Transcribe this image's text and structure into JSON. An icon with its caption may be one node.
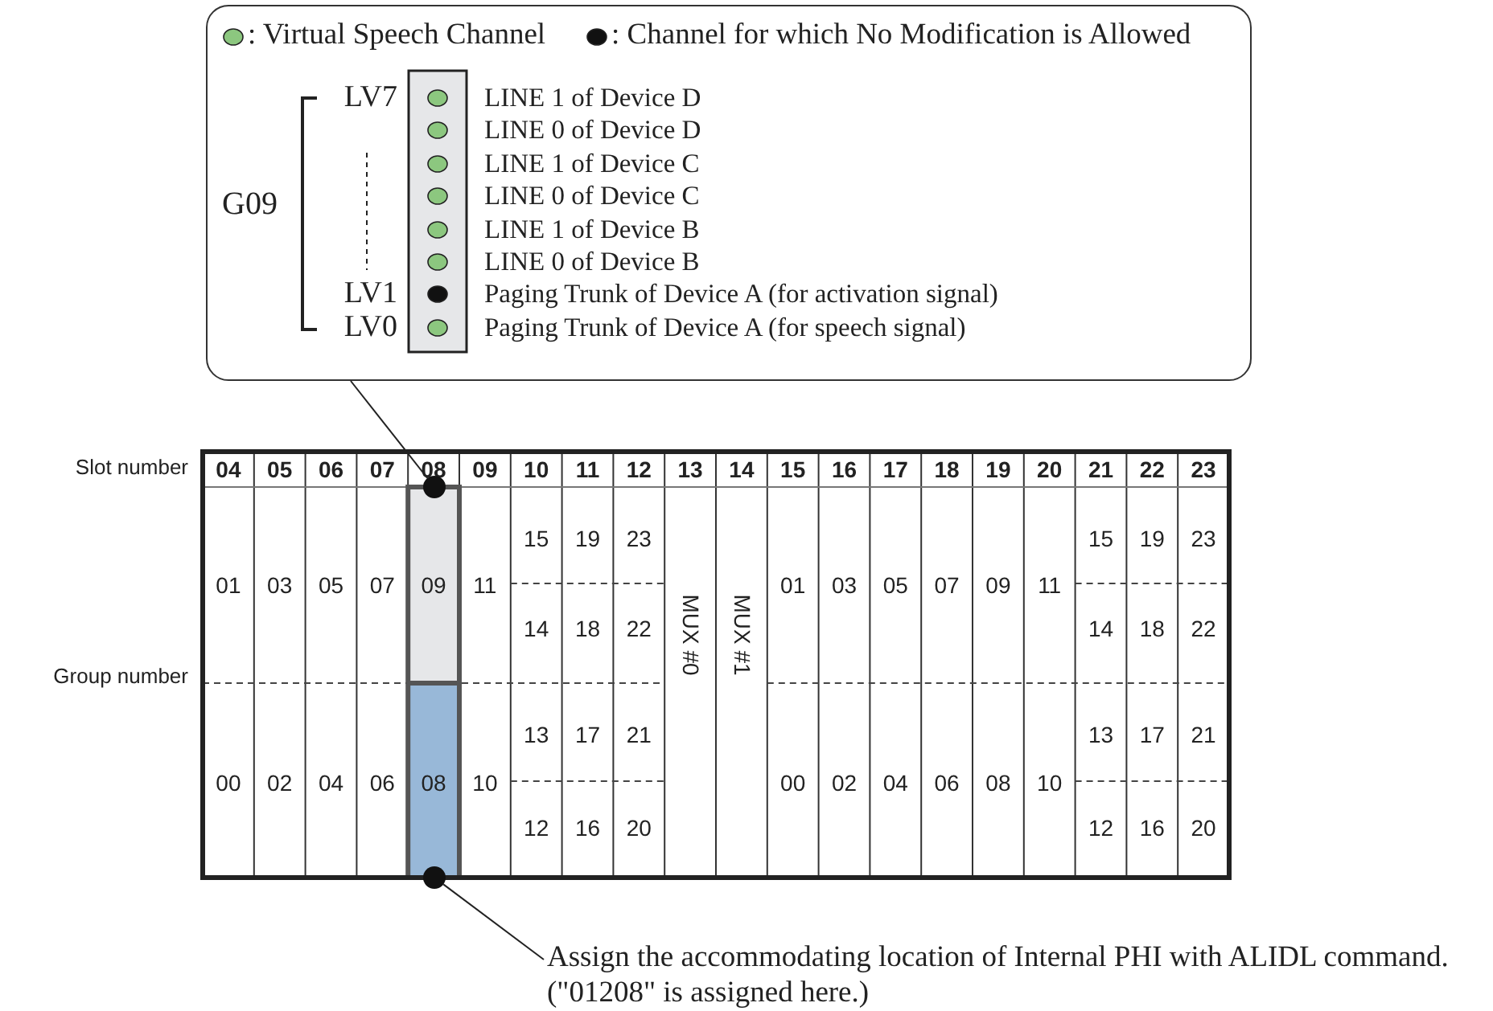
{
  "diagram": {
    "nodes": [
      {
        "text": [],
        "shape": "box"
      },
      {
        "text": [],
        "shape": "circle"
      },
      {
        "text": [],
        "shape": "circle"
      },
      {
        "text": [
          "Assign the accommodating location of Internal PHI with ALIDL command. (\"01208\" is assigned here.)"
        ]
      }
    ],
    "edges": [
      {
        "from": 0,
        "to": 1,
        "arrow": "none"
      },
      {
        "from": 3,
        "to": 2,
        "arrow": "none"
      }
    ],
    "labels": [
      "G09",
      "LV7",
      "LV1",
      "LV0",
      "LINE 1 of Device D",
      "LINE 0 of Device D",
      "LINE 1 of Device C",
      "LINE 0 of Device C",
      "LINE 1 of Device B",
      "LINE 0 of Device B",
      "Paging Trunk of Device A (for activation signal)",
      "Paging Trunk of Device A (for speech signal)",
      "Slot number",
      "04",
      "05",
      "06",
      "07",
      "08",
      "09",
      "10",
      "11",
      "12",
      "13",
      "14",
      "15",
      "16",
      "17",
      "18",
      "19",
      "20",
      "21",
      "22",
      "23",
      "Group number",
      "15",
      "19",
      "23",
      "15",
      "19",
      "23",
      "01",
      "03",
      "05",
      "07",
      "09",
      "11",
      "MUX #0",
      "MUX #1",
      "01",
      "03",
      "05",
      "07",
      "09",
      "11",
      "14",
      "18",
      "22",
      "14",
      "18",
      "22",
      "13",
      "17",
      "21",
      "13",
      "17",
      "21",
      "00",
      "02",
      "04",
      "06",
      "08",
      "10",
      "00",
      "02",
      "04",
      "06",
      "08",
      "10",
      "12",
      "16",
      "20",
      "12",
      "16",
      "20"
    ],
    "legend": [
      {
        "text": ": Virtual Speech Channel",
        "color": "#8cc77f"
      },
      {
        "text": ": Channel for which No Modification is Allowed",
        "color": "#111111"
      }
    ]
  }
}
